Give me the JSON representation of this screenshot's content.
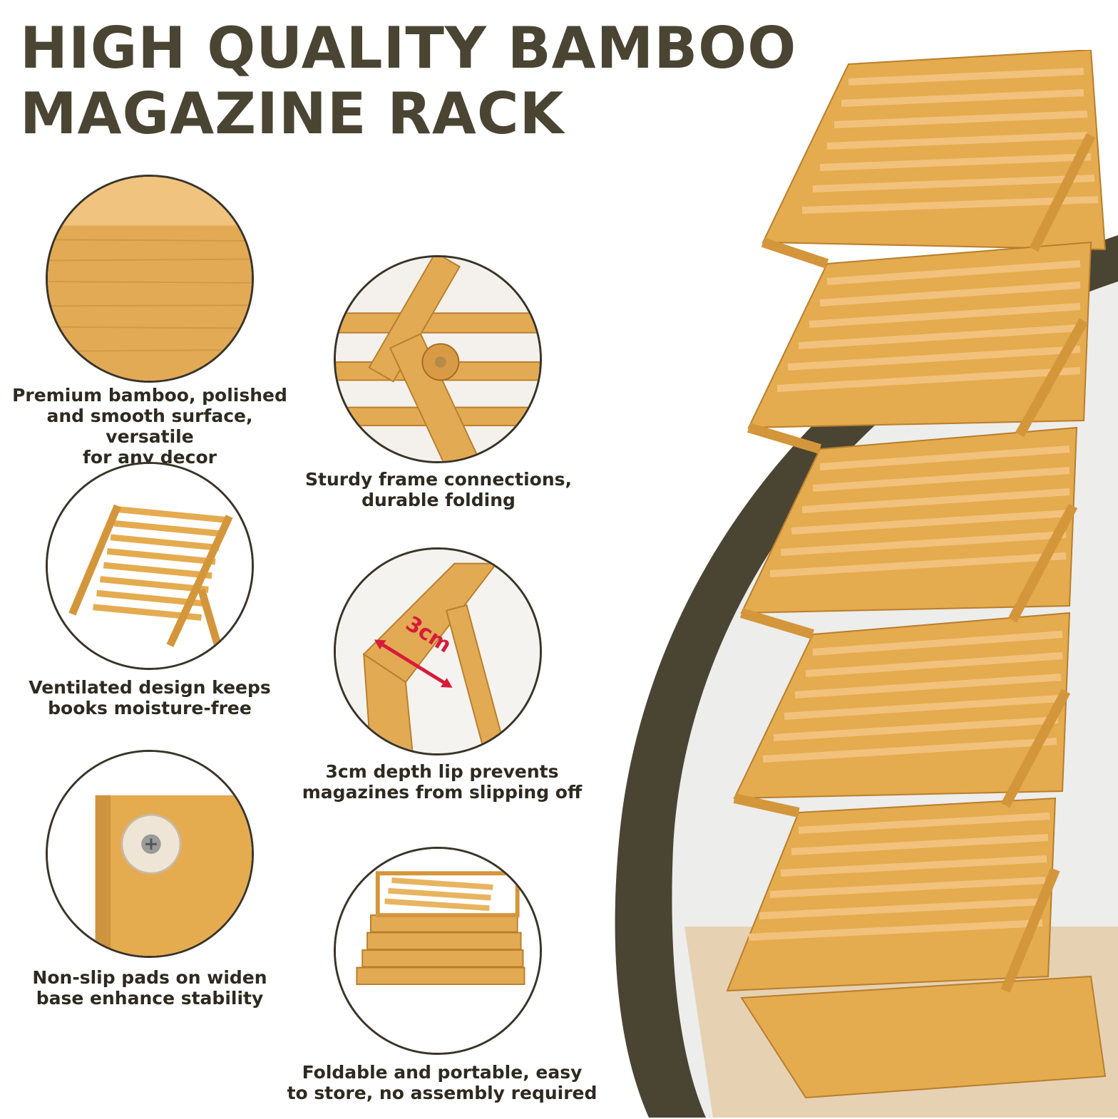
{
  "title": {
    "line1": "HIGH QUALITY BAMBOO",
    "line2": "MAGAZINE RACK"
  },
  "colors": {
    "title": "#4a4433",
    "bamboo": "#e4ab4f",
    "bamboo_dark": "#c98a2e",
    "backdrop": "#4a4433",
    "wall": "#ededec"
  },
  "features": [
    {
      "caption": "Premium bamboo, polished\nand smooth surface,   versatile\nfor any decor",
      "image": "bamboo-surface-closeup"
    },
    {
      "caption": "Sturdy frame connections,\ndurable folding",
      "image": "hinge-screw-closeup"
    },
    {
      "caption": "Ventilated design keeps\nbooks moisture-free",
      "image": "slatted-shelf-closeup"
    },
    {
      "caption": "3cm depth lip prevents\nmagazines from slipping off",
      "image": "shelf-lip-closeup",
      "measure": "3cm"
    },
    {
      "caption": "Non-slip pads on widen\nbase enhance stability",
      "image": "non-slip-pad-closeup"
    },
    {
      "caption": "Foldable and portable, easy\nto store, no assembly required",
      "image": "folded-rack"
    }
  ]
}
